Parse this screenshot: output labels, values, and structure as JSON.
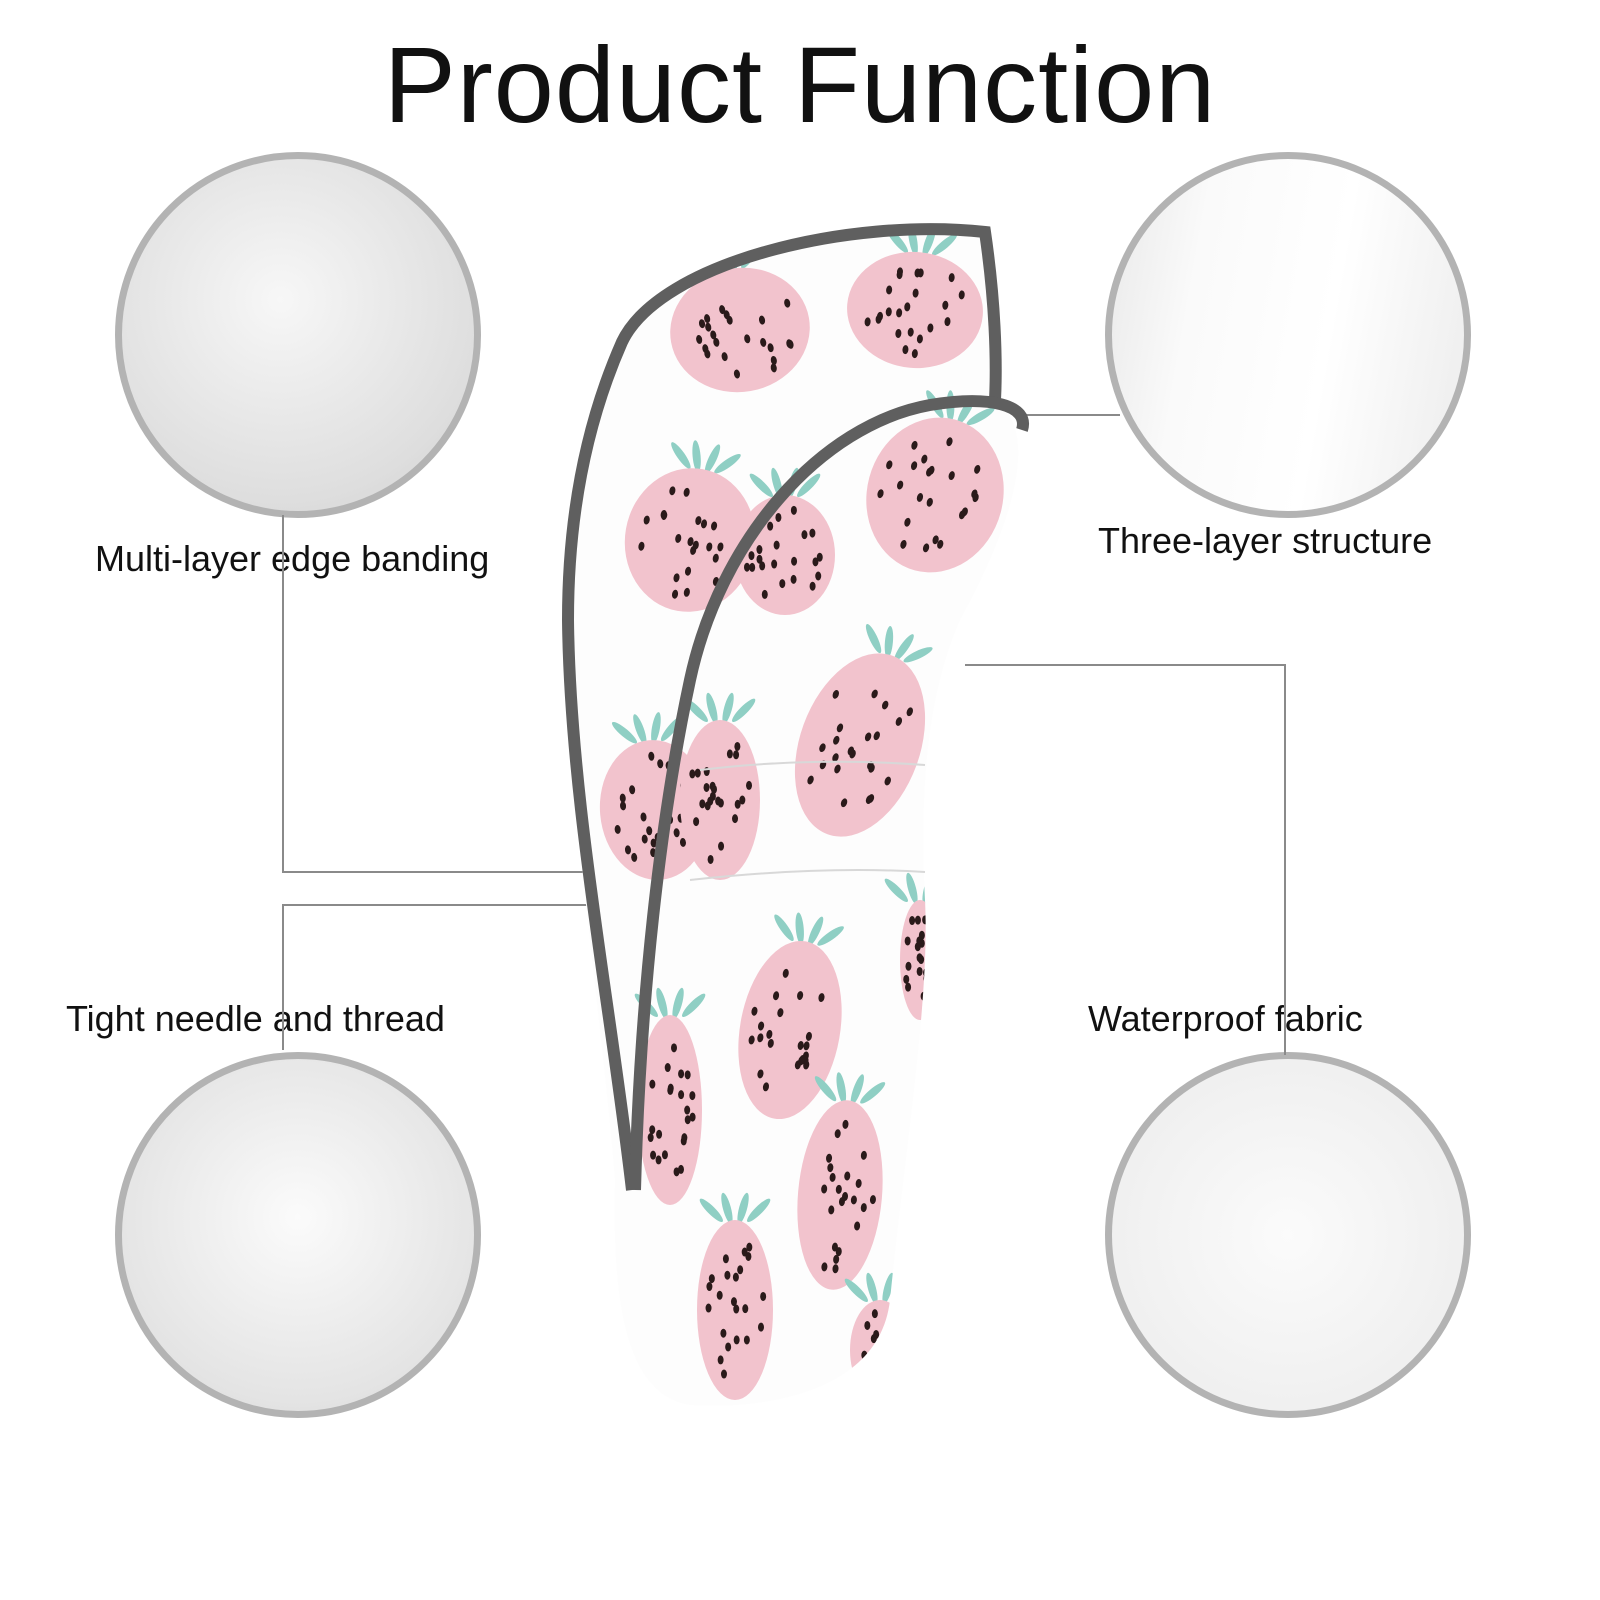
{
  "title": "Product Function",
  "features": [
    {
      "label": "Multi-layer edge banding"
    },
    {
      "label": "Three-layer structure"
    },
    {
      "label": "Tight needle and thread"
    },
    {
      "label": "Waterproof fabric"
    }
  ],
  "colors": {
    "border": "#b3b3b3",
    "strawberry": "#f2c3cd",
    "leaf": "#8fcfc4",
    "piping": "#5f5f5f"
  }
}
